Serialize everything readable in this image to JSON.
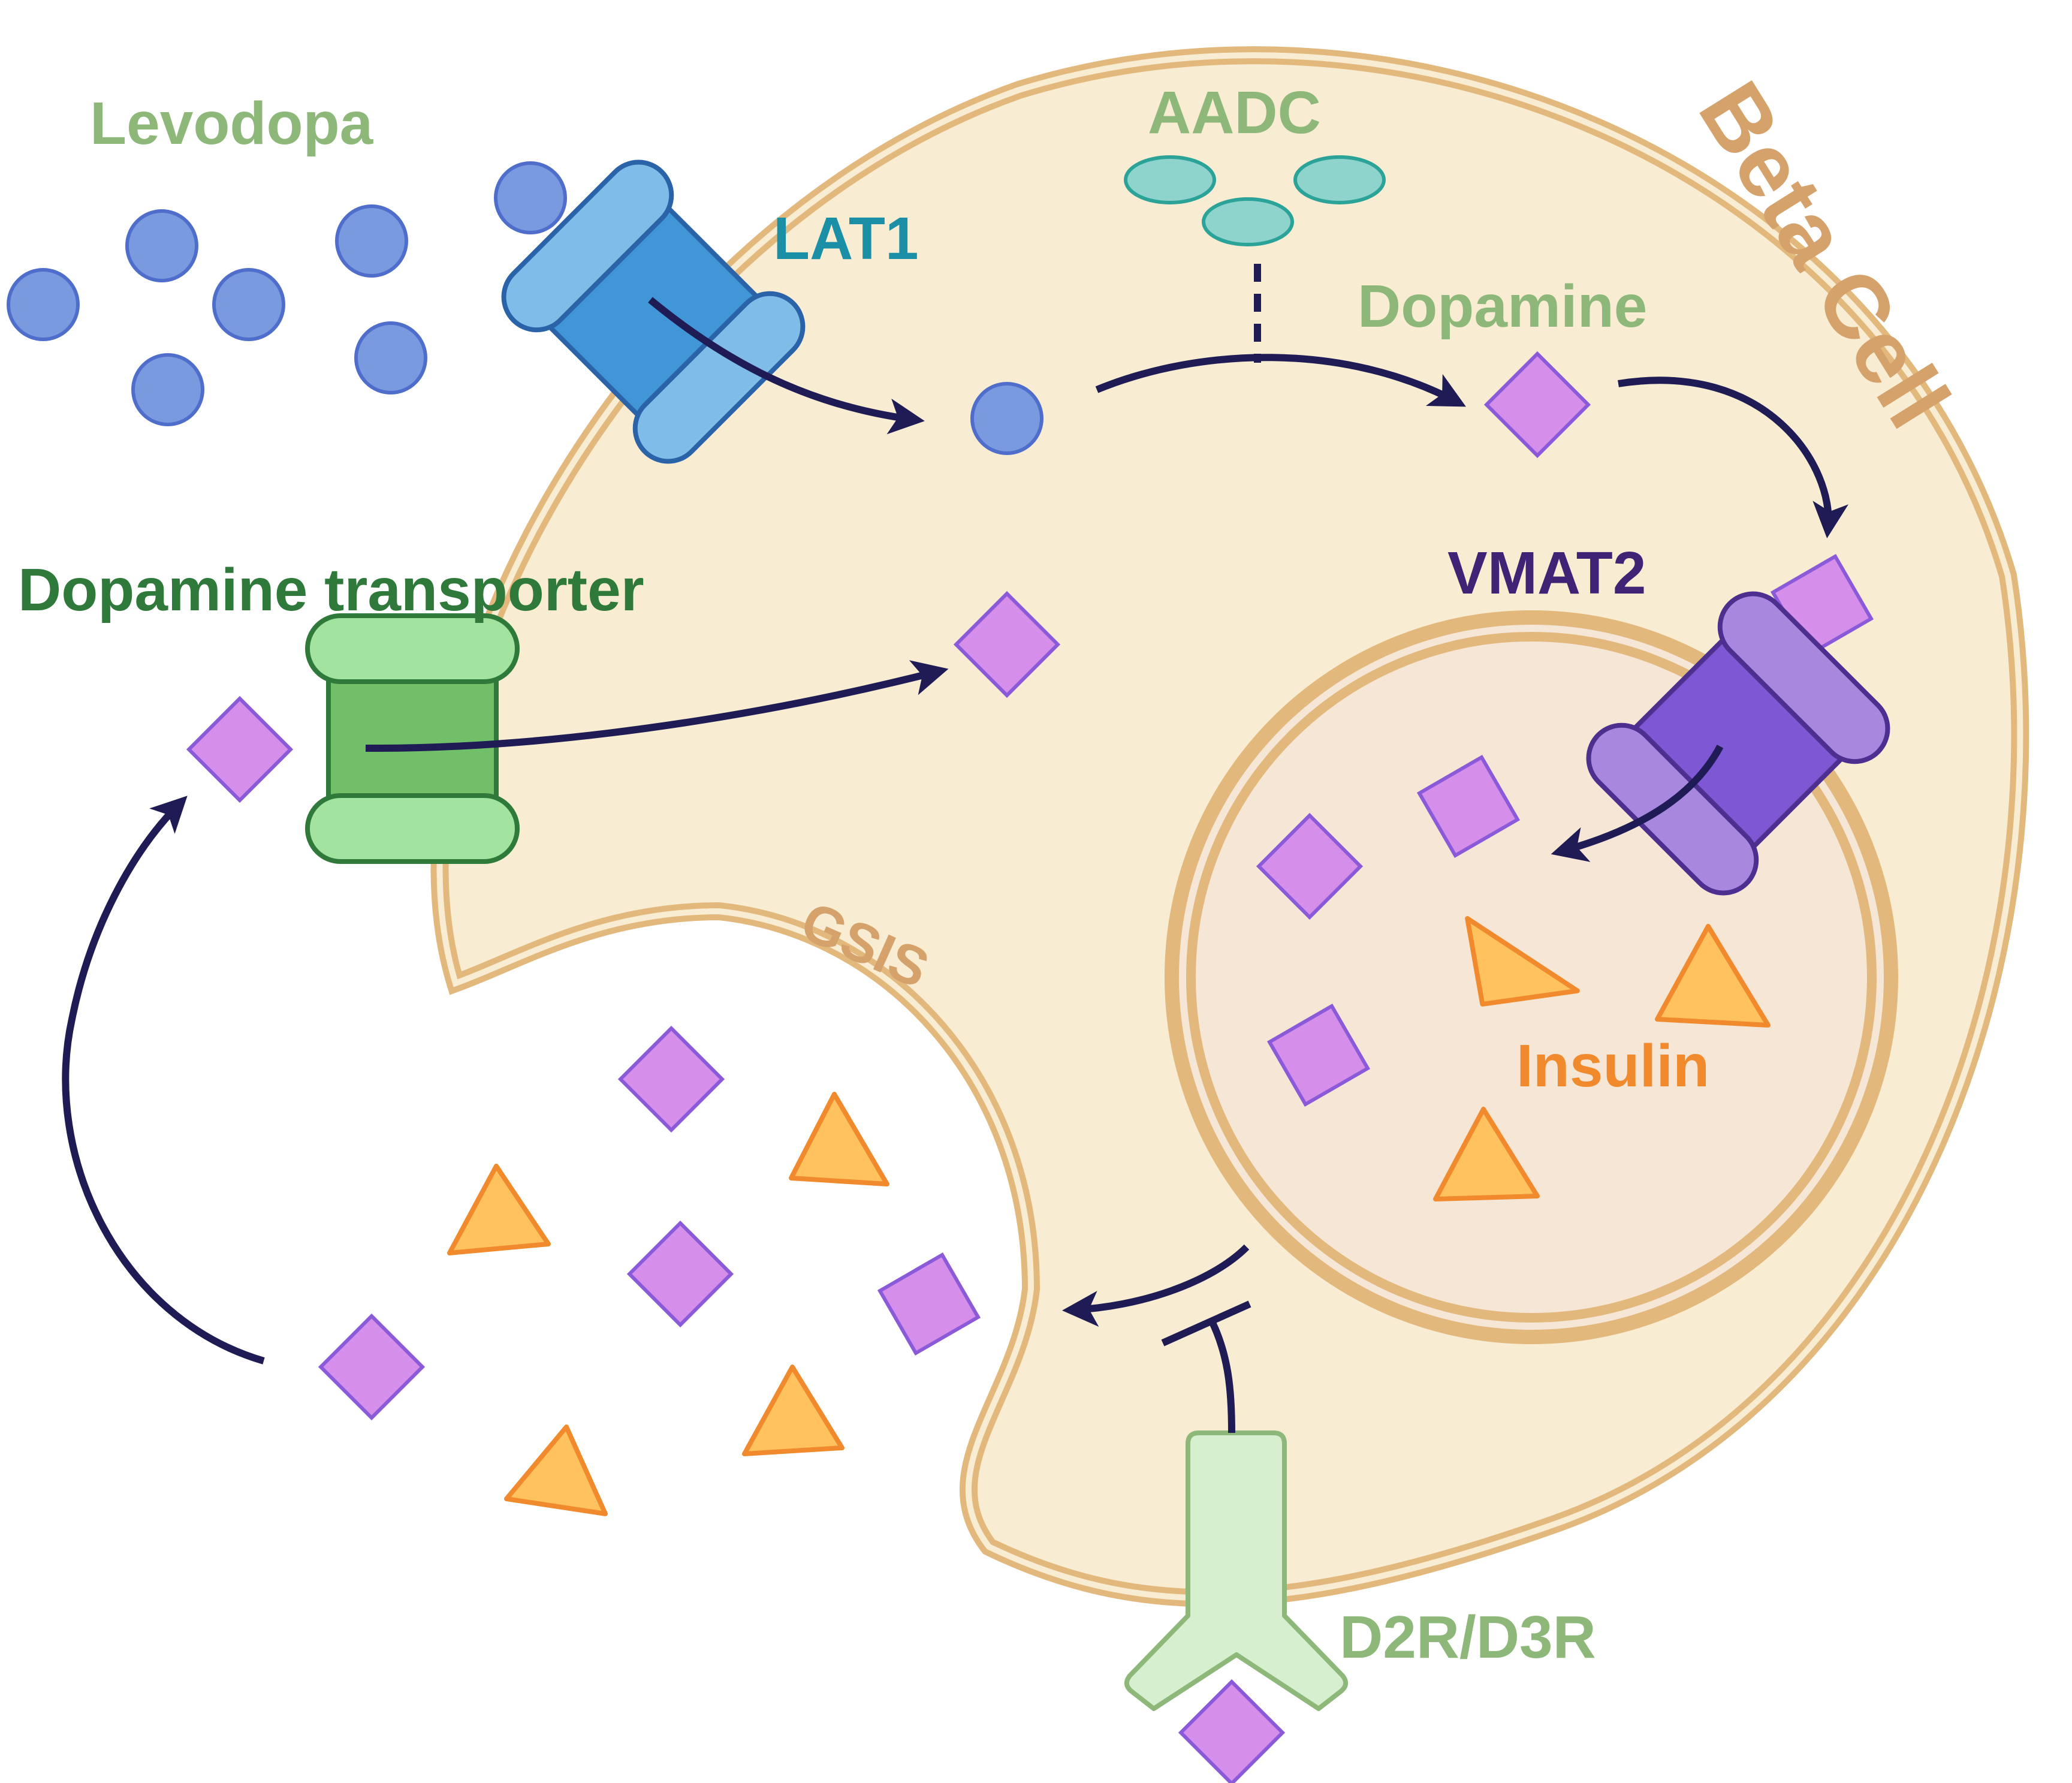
{
  "labels": {
    "levodopa": "Levodopa",
    "lat1": "LAT1",
    "aadc": "AADC",
    "dopamine": "Dopamine",
    "beta_cell": "Beta Cell",
    "vmat2": "VMAT2",
    "dopamine_transporter": "Dopamine transporter",
    "gsis": "GSIS",
    "insulin": "Insulin",
    "d2r_d3r": "D2R/D3R"
  },
  "colors": {
    "levodopa_text": "#8db87a",
    "lat1_text": "#1b8fa6",
    "aadc_text": "#8db87a",
    "dopamine_text": "#8db87a",
    "beta_cell_text": "#d4a26a",
    "vmat2_text": "#3f2475",
    "transporter_text": "#2f7a3a",
    "gsis_text": "#d4a26a",
    "insulin_text": "#f08a2c",
    "receptor_text": "#8db87a",
    "cell_fill": "#f8ecd2",
    "cell_membrane": "#e2b87c",
    "vesicle_fill": "#f6e6d6",
    "levodopa_fill": "#7a9ae0",
    "dopamine_fill": "#d58ee9",
    "insulin_fill": "#ffc25f",
    "arrow": "#1f1c55"
  }
}
